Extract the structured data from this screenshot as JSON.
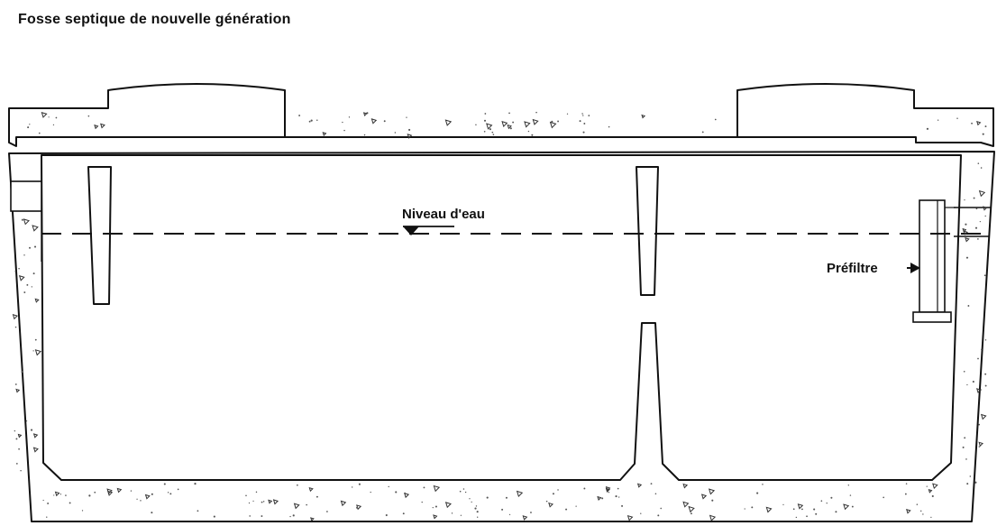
{
  "title": "Fosse septique de nouvelle génération",
  "labels": {
    "water_level": "Niveau d'eau",
    "prefilter": "Préfiltre"
  },
  "colors": {
    "stroke": "#111111",
    "background": "#ffffff"
  }
}
